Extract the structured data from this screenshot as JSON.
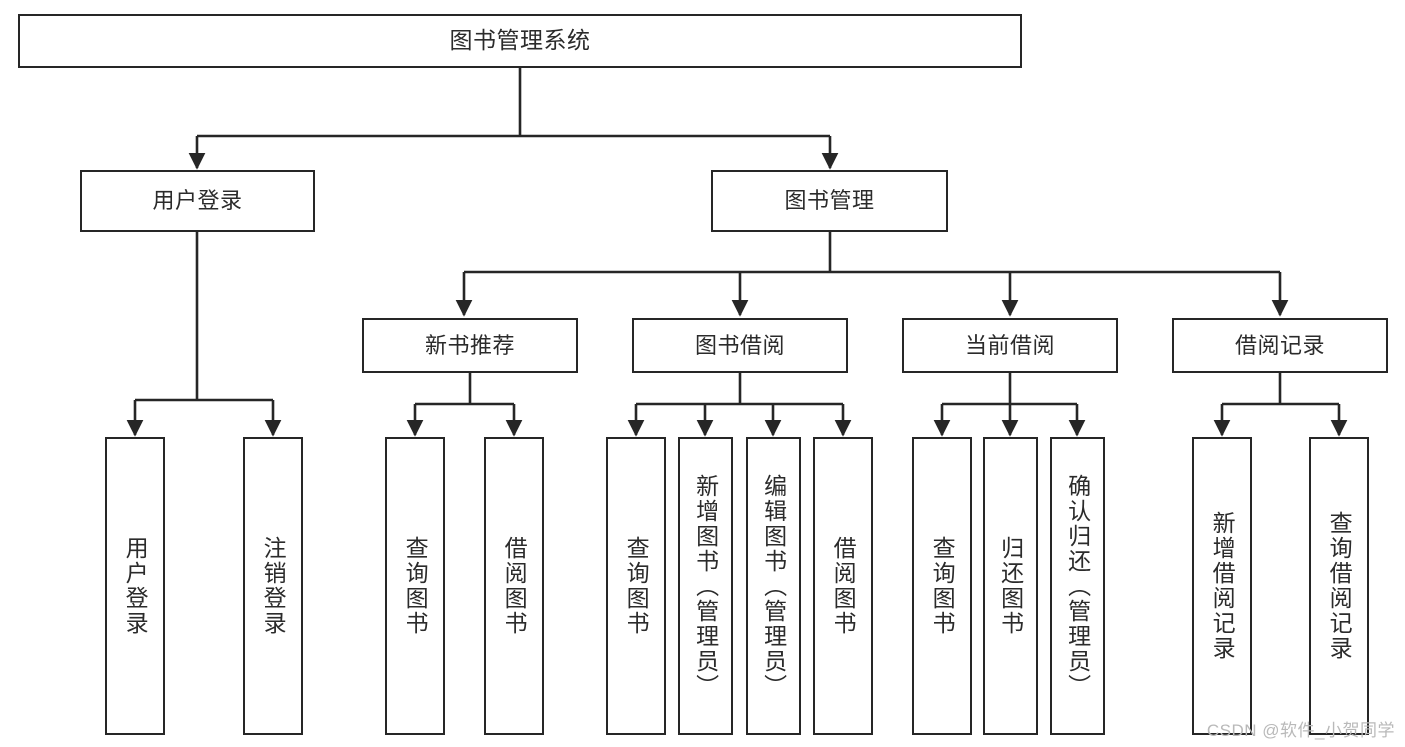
{
  "diagram": {
    "title": "图书管理系统",
    "type": "function-structure-tree",
    "stroke_color": "#262626",
    "text_color": "#2b2b2b",
    "background_color": "#ffffff",
    "watermark": "CSDN @软件_小贺同学",
    "watermark_color": "#b9b9b9",
    "levels": [
      {
        "level": 1,
        "nodes": [
          {
            "id": "root",
            "label": "图书管理系统",
            "orientation": "horizontal"
          }
        ]
      },
      {
        "level": 2,
        "nodes": [
          {
            "id": "user-login",
            "label": "用户登录",
            "orientation": "horizontal",
            "parent": "root"
          },
          {
            "id": "book-manage",
            "label": "图书管理",
            "orientation": "horizontal",
            "parent": "root"
          }
        ]
      },
      {
        "level": 3,
        "nodes": [
          {
            "id": "new-book-rec",
            "label": "新书推荐",
            "orientation": "horizontal",
            "parent": "book-manage"
          },
          {
            "id": "book-borrow",
            "label": "图书借阅",
            "orientation": "horizontal",
            "parent": "book-manage"
          },
          {
            "id": "current-borrow",
            "label": "当前借阅",
            "orientation": "horizontal",
            "parent": "book-manage"
          },
          {
            "id": "borrow-record",
            "label": "借阅记录",
            "orientation": "horizontal",
            "parent": "book-manage"
          }
        ]
      },
      {
        "level": 4,
        "nodes": [
          {
            "id": "leaf-user-login",
            "label": "用户登录",
            "orientation": "vertical",
            "parent": "user-login"
          },
          {
            "id": "leaf-logout",
            "label": "注销登录",
            "orientation": "vertical",
            "parent": "user-login"
          },
          {
            "id": "leaf-query-book-1",
            "label": "查询图书",
            "orientation": "vertical",
            "parent": "new-book-rec"
          },
          {
            "id": "leaf-borrow-book-1",
            "label": "借阅图书",
            "orientation": "vertical",
            "parent": "new-book-rec"
          },
          {
            "id": "leaf-query-book-2",
            "label": "查询图书",
            "orientation": "vertical",
            "parent": "book-borrow"
          },
          {
            "id": "leaf-add-book",
            "label": "新增图书（管理员）",
            "orientation": "vertical",
            "parent": "book-borrow"
          },
          {
            "id": "leaf-edit-book",
            "label": "编辑图书（管理员）",
            "orientation": "vertical",
            "parent": "book-borrow"
          },
          {
            "id": "leaf-borrow-book-2",
            "label": "借阅图书",
            "orientation": "vertical",
            "parent": "book-borrow"
          },
          {
            "id": "leaf-query-book-3",
            "label": "查询图书",
            "orientation": "vertical",
            "parent": "current-borrow"
          },
          {
            "id": "leaf-return-book",
            "label": "归还图书",
            "orientation": "vertical",
            "parent": "current-borrow"
          },
          {
            "id": "leaf-confirm-return",
            "label": "确认归还（管理员）",
            "orientation": "vertical",
            "parent": "current-borrow"
          },
          {
            "id": "leaf-add-record",
            "label": "新增借阅记录",
            "orientation": "vertical",
            "parent": "borrow-record"
          },
          {
            "id": "leaf-query-record",
            "label": "查询借阅记录",
            "orientation": "vertical",
            "parent": "borrow-record"
          }
        ]
      }
    ]
  }
}
